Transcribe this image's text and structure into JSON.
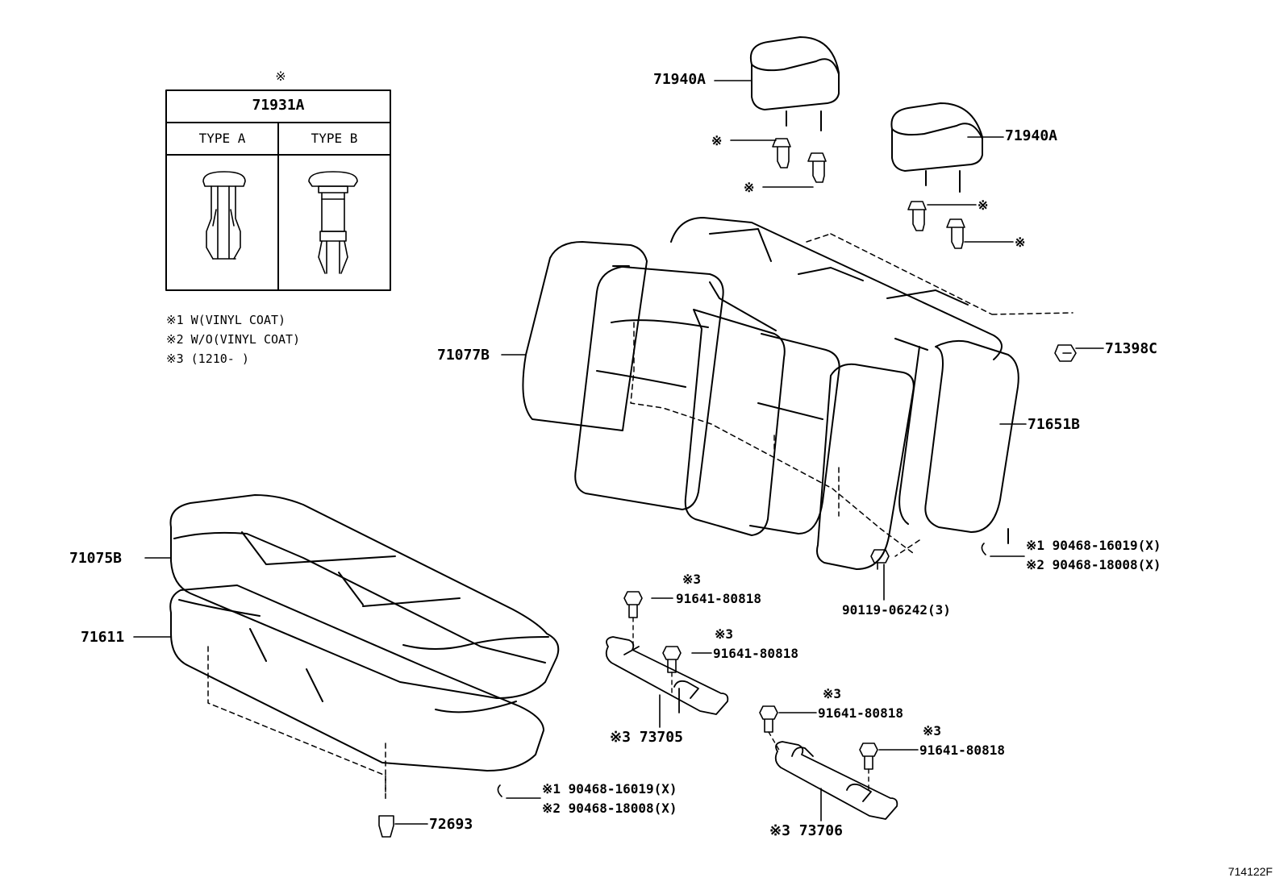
{
  "legend_table": {
    "mark": "※",
    "part_no": "71931A",
    "type_a": "TYPE A",
    "type_b": "TYPE B"
  },
  "notes": [
    "※1 W(VINYL COAT)",
    "※2 W/O(VINYL COAT)",
    "※3 (1210-      )"
  ],
  "labels": {
    "headrest_left": "71940A",
    "headrest_right": "71940A",
    "support_mark_1": "※",
    "support_mark_2": "※",
    "support_mark_3": "※",
    "support_mark_4": "※",
    "seatback_cover": "71077B",
    "seatback_pad": "71651B",
    "lock_striker": "71398C",
    "cushion_cover": "71075B",
    "cushion_pad": "71611",
    "clip_left_1": "※1 90468-16019(X)",
    "clip_left_2": "※2 90468-18008(X)",
    "clip_right_1": "※1 90468-16019(X)",
    "clip_right_2": "※2 90468-18008(X)",
    "bolt_back": "90119-06242(3)",
    "bolt_a_mark": "※3",
    "bolt_a": "91641-80818",
    "bolt_b_mark": "※3",
    "bolt_b": "91641-80818",
    "bolt_c_mark": "※3",
    "bolt_c": "91641-80818",
    "bolt_d_mark": "※3",
    "bolt_d": "91641-80818",
    "belt_left": "※3 73705",
    "belt_right": "※3 73706",
    "hook": "72693"
  },
  "diagram_code": "714122F"
}
